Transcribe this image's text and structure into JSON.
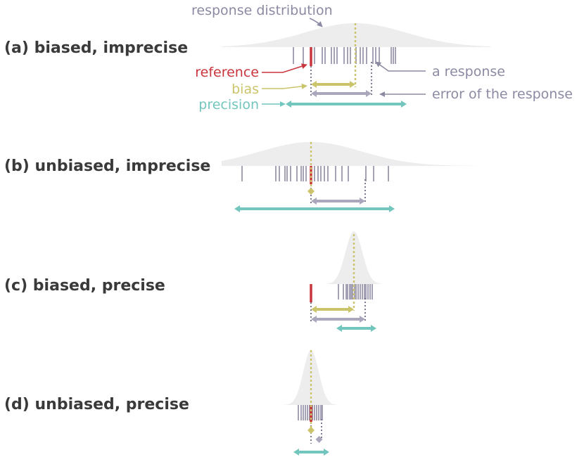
{
  "labels": {
    "response_distribution": "response distribution",
    "reference": "reference",
    "bias": "bias",
    "precision": "precision",
    "a_response": "a response",
    "error_of_response": "error of the response"
  },
  "colors": {
    "reference": "#c9353c",
    "bias": "#cbc46a",
    "precision": "#72c6bd",
    "error": "#aaa6bc",
    "response_tick": "#7d7a93",
    "annotation": "#8b8aa3",
    "distribution": "#ededee",
    "title": "#3a3a3a"
  },
  "panels": [
    {
      "id": "a",
      "title": "(a) biased, imprecise",
      "show_annotations": true
    },
    {
      "id": "b",
      "title": "(b) unbiased, imprecise",
      "show_annotations": false
    },
    {
      "id": "c",
      "title": "(c) biased, precise",
      "show_annotations": false
    },
    {
      "id": "d",
      "title": "(d) unbiased, precise",
      "show_annotations": false
    }
  ]
}
